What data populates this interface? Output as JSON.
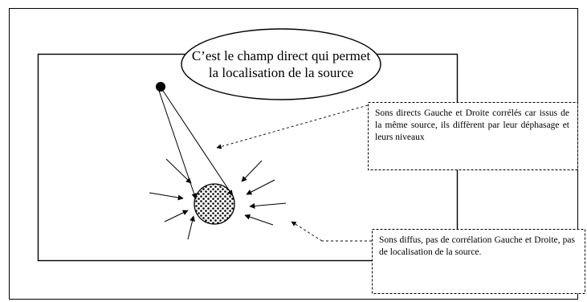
{
  "bubble": {
    "text": "C’est le champ direct qui permet la localisation de la source"
  },
  "callout_direct": {
    "text": "Sons directs Gauche et Droite corrélés car issus de la même source, ils diffèrent par leur déphasage et leurs niveaux"
  },
  "callout_diffuse": {
    "text": "Sons diffus, pas de corrélation Gauche et Droite, pas de localisation de la source."
  }
}
